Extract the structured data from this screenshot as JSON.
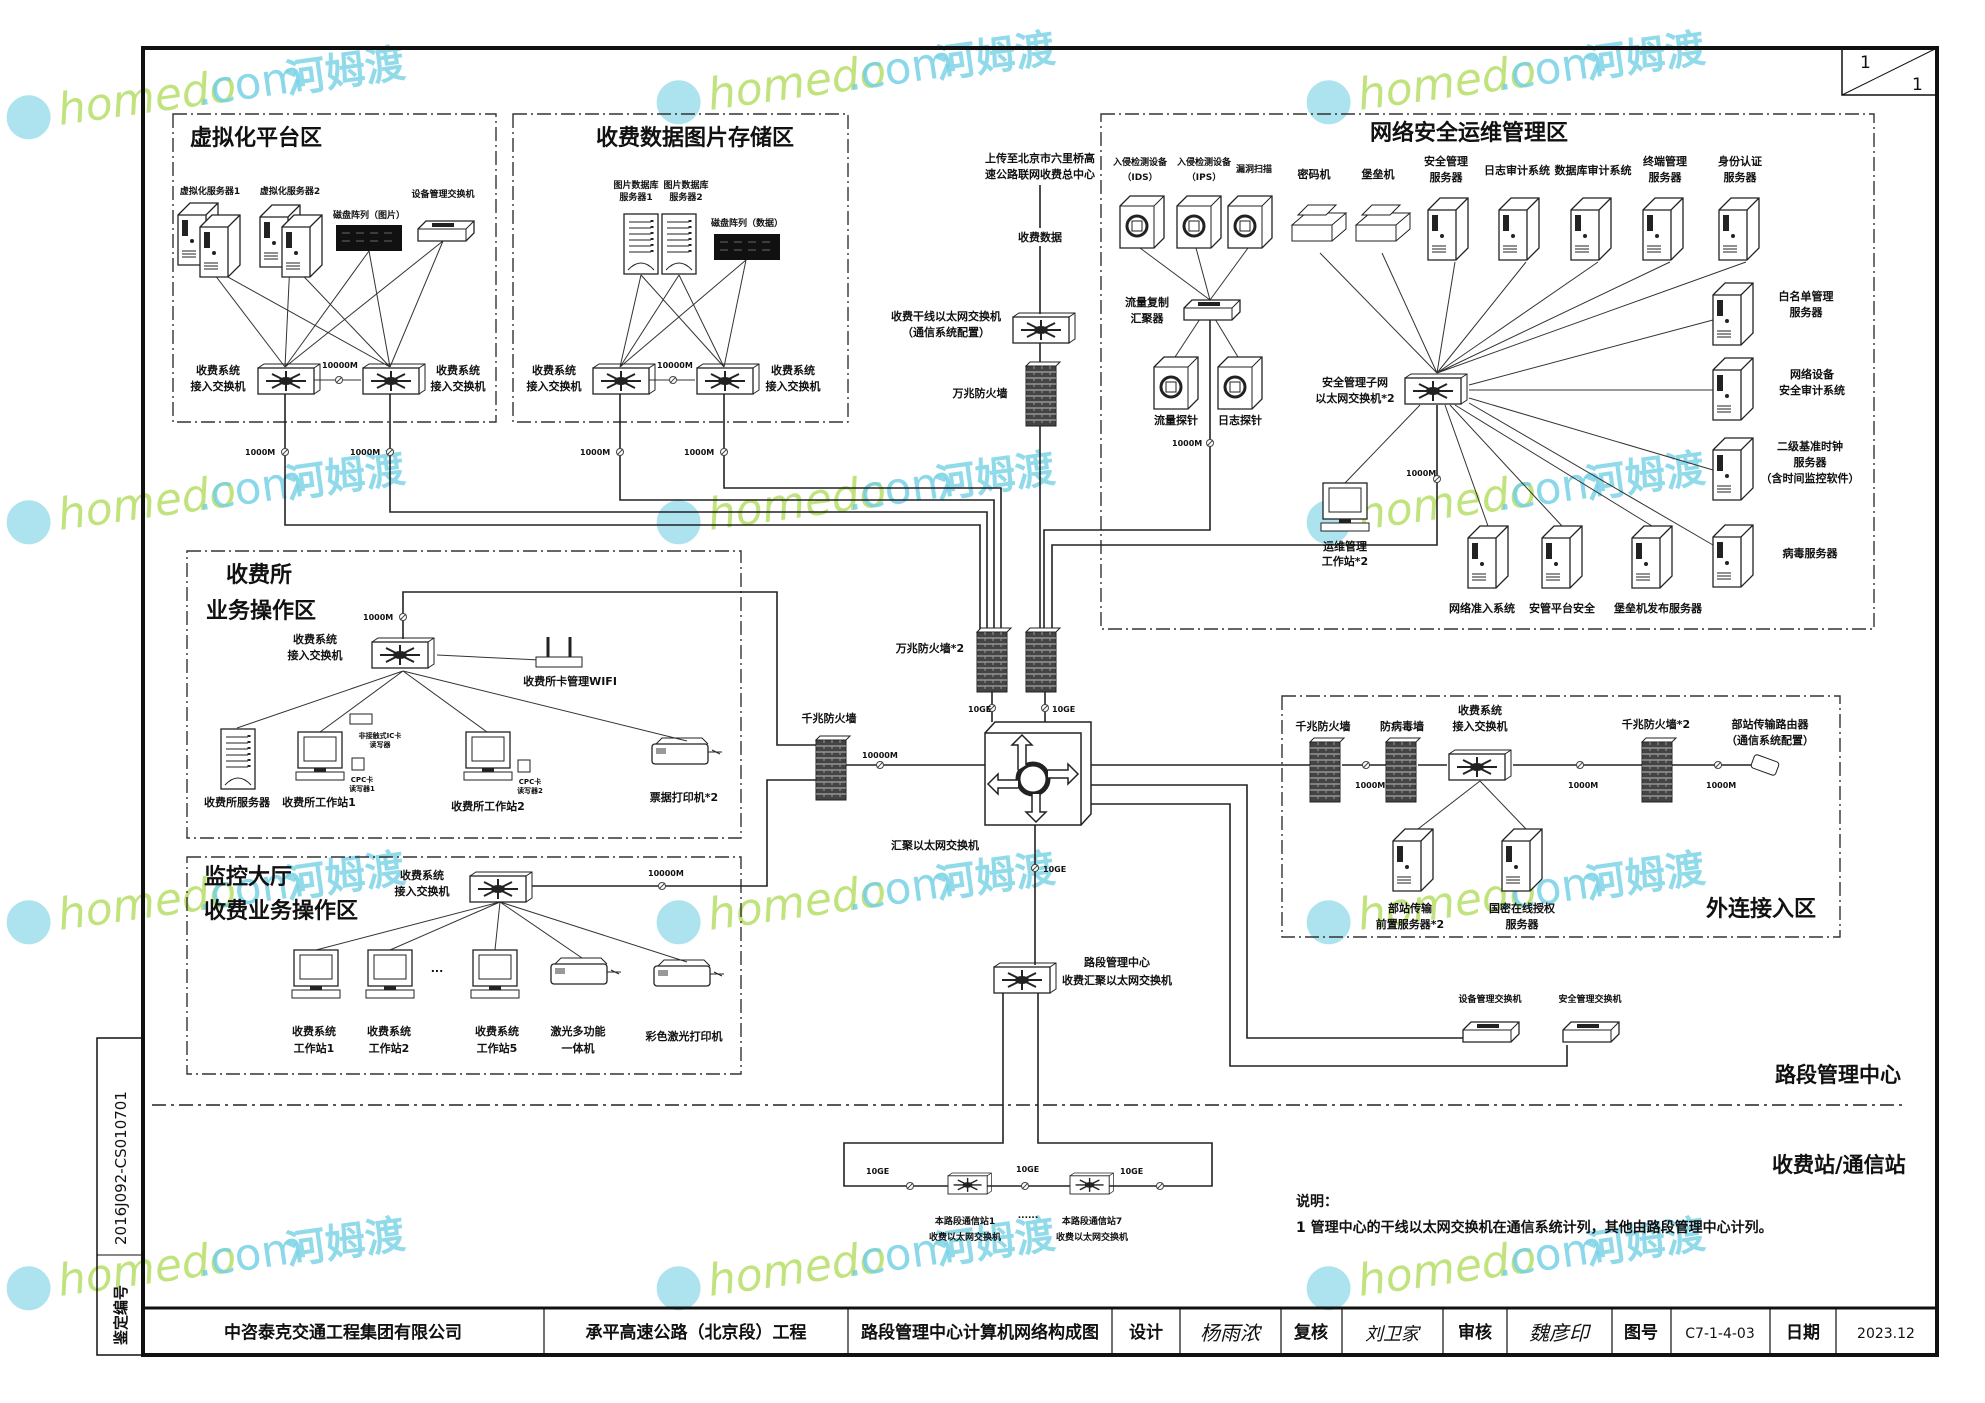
{
  "sheet": {
    "current": "1",
    "total": "1"
  },
  "side_strip": {
    "code": "2016J092-CS010701",
    "label": "鉴定编号"
  },
  "zones": {
    "virtual": {
      "title": "虚拟化平台区",
      "server1": "虚拟化服务器1",
      "server2": "虚拟化服务器2",
      "disk": "磁盘阵列（图片）",
      "mgmt_switch": "设备管理交换机",
      "switch_label": [
        "收费系统",
        "接入交换机"
      ],
      "link": "10000M",
      "uplink": "1000M"
    },
    "storage": {
      "title": "收费数据图片存储区",
      "server1": [
        "图片数据库",
        "服务器1"
      ],
      "server2": [
        "图片数据库",
        "服务器2"
      ],
      "disk": "磁盘阵列（数据）",
      "switch_label": [
        "收费系统",
        "接入交换机"
      ],
      "link": "10000M",
      "uplink": "1000M"
    },
    "security": {
      "title": "网络安全运维管理区",
      "ids": [
        "入侵检测设备",
        "（IDS）"
      ],
      "ips": [
        "入侵检测设备",
        "（IPS）"
      ],
      "scan": "漏洞扫描",
      "crypto": "密码机",
      "bastion": "堡垒机",
      "top_servers": [
        [
          "安全管理",
          "服务器"
        ],
        [
          "日志审计系统"
        ],
        [
          "数据库审计系统"
        ],
        [
          "终端管理",
          "服务器"
        ],
        [
          "身份认证",
          "服务器"
        ]
      ],
      "right_servers": [
        [
          "白名单管理",
          "服务器"
        ],
        [
          "网络设备",
          "安全审计系统"
        ],
        [
          "二级基准时钟",
          "服务器",
          "（含时间监控软件）"
        ],
        [
          "病毒服务器"
        ]
      ],
      "bottom_servers": [
        "网络准入系统",
        "安管平台安全",
        "堡垒机发布服务器"
      ],
      "traffic_agg": [
        "流量复制",
        "汇聚器"
      ],
      "traffic_probe": "流量探针",
      "log_probe": "日志探针",
      "sub_switch": [
        "安全管理子网",
        "以太网交换机*2"
      ],
      "workstation": [
        "运维管理",
        "工作站*2"
      ],
      "uplink1": "1000M",
      "uplink2": "1000M"
    },
    "toll_office": {
      "title": [
        "收费所",
        "业务操作区"
      ],
      "switch_label": [
        "收费系统",
        "接入交换机"
      ],
      "uplink": "1000M",
      "wifi": "收费所卡管理WIFI",
      "server": "收费所服务器",
      "ws1": "收费所工作站1",
      "ws2": "收费所工作站2",
      "reader1": [
        "非接触式IC卡",
        "读写器"
      ],
      "reader2": [
        "CPC卡",
        "读写器1"
      ],
      "reader3": [
        "CPC卡",
        "读写器2"
      ],
      "printer": "票据打印机*2"
    },
    "monitor_hall": {
      "title": [
        "监控大厅",
        "收费业务操作区"
      ],
      "switch_label": [
        "收费系统",
        "接入交换机"
      ],
      "uplink": "10000M",
      "ws": [
        [
          "收费系统",
          "工作站1"
        ],
        [
          "收费系统",
          "工作站2"
        ],
        [
          "收费系统",
          "工作站5"
        ]
      ],
      "ellipsis": "...",
      "mfp": [
        "激光多功能",
        "一体机"
      ],
      "color_printer": "彩色激光打印机"
    },
    "external": {
      "title": "外连接入区",
      "fw1": "千兆防火墙",
      "av": "防病毒墙",
      "switch_label": [
        "收费系统",
        "接入交换机"
      ],
      "fw2": "千兆防火墙*2",
      "router": [
        "部站传输路由器",
        "（通信系统配置）"
      ],
      "server1": [
        "部站传输",
        "前置服务器*2"
      ],
      "server2": [
        "国密在线授权",
        "服务器"
      ],
      "links": [
        "1000M",
        "1000M",
        "1000M"
      ]
    }
  },
  "center": {
    "upload": [
      "上传至北京市六里桥高",
      "速公路联网收费总中心"
    ],
    "toll_data": "收费数据",
    "trunk_switch": [
      "收费干线以太网交换机",
      "（通信系统配置）"
    ],
    "fw_10g": "万兆防火墙",
    "fw_10g_pair": "万兆防火墙*2",
    "fw_1g": "千兆防火墙",
    "fw_1g_link": "10000M",
    "core": "汇聚以太网交换机",
    "links_10ge": [
      "10GE",
      "10GE",
      "10GE"
    ],
    "section_switch": [
      "路段管理中心",
      "收费汇聚以太网交换机"
    ],
    "dev_mgmt_switch": "设备管理交换机",
    "sec_mgmt_switch": "安全管理交换机"
  },
  "section_labels": {
    "center": "路段管理中心",
    "station": "收费站/通信站"
  },
  "stations": {
    "links": [
      "10GE",
      "10GE",
      "10GE"
    ],
    "st1": [
      "本路段通信站1",
      "收费以太网交换机"
    ],
    "st7": [
      "本路段通信站7",
      "收费以太网交换机"
    ],
    "ellipsis": "......"
  },
  "notes": {
    "heading": "说明：",
    "items": [
      "1 管理中心的干线以太网交换机在通信系统计列，其他由路段管理中心计列。"
    ]
  },
  "title_block": {
    "company": "中咨泰克交通工程集团有限公司",
    "project": "承平高速公路（北京段）工程",
    "drawing": "路段管理中心计算机网络构成图",
    "design_label": "设计",
    "design_sig": "杨雨浓",
    "review_label": "复核",
    "review_sig": "刘卫家",
    "approve_label": "审核",
    "approve_sig": "魏彦印",
    "drawing_no_label": "图号",
    "drawing_no": "C7-1-4-03",
    "date_label": "日期",
    "date": "2023.12"
  },
  "watermark": {
    "brand": "homedo",
    "domain": ".com",
    "cn": "河姆渡"
  },
  "colors": {
    "line": "#222222",
    "wm_green": "#a8d84a",
    "wm_blue": "#5cc8e0"
  }
}
